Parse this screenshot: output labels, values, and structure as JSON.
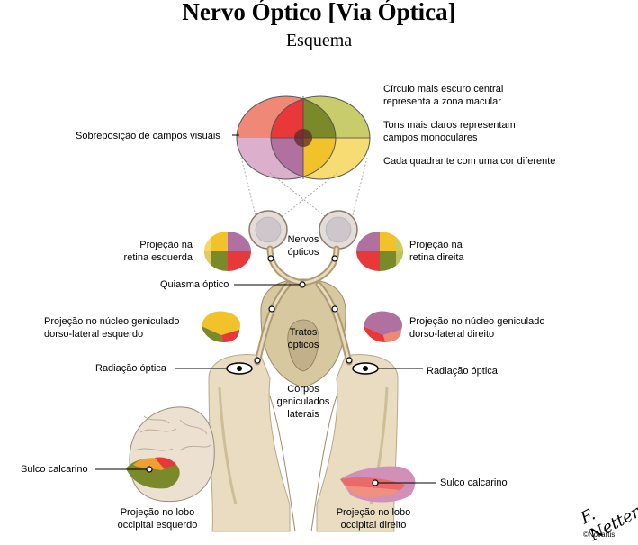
{
  "title": "Nervo Óptico [Via Óptica]",
  "subtitle": "Esquema",
  "labels": {
    "circle_dark_1": "Círculo mais escuro central",
    "circle_dark_2": "representa a zona macular",
    "tones_1": "Tons mais claros representam",
    "tones_2": "campos monoculares",
    "quadrant": "Cada quadrante com uma cor diferente",
    "overlap": "Sobreposição de campos visuais",
    "retina_left_1": "Projeção na",
    "retina_left_2": "retina esquerda",
    "retina_right_1": "Projeção na",
    "retina_right_2": "retina direita",
    "optic_nerves_1": "Nervos",
    "optic_nerves_2": "ópticos",
    "chiasm": "Quiasma óptico",
    "lgn_left_1": "Projeção no núcleo geniculado",
    "lgn_left_2": "dorso-lateral esquerdo",
    "lgn_right_1": "Projeção no núcleo geniculado",
    "lgn_right_2": "dorso-lateral direito",
    "tracts_1": "Tratos",
    "tracts_2": "ópticos",
    "radiation_left": "Radiação óptica",
    "radiation_right": "Radiação óptica",
    "geniculate_1": "Corpos",
    "geniculate_2": "geniculados",
    "geniculate_3": "laterais",
    "calcarine_left": "Sulco calcarino",
    "calcarine_right": "Sulco calcarino",
    "occipital_left_1": "Projeção no lobo",
    "occipital_left_2": "occipital esquerdo",
    "occipital_right_1": "Projeção no lobo",
    "occipital_right_2": "occipital direito"
  },
  "credit": "©Novartis",
  "signature": "F. Netter",
  "colors": {
    "red": "#e8383a",
    "light_red": "#f08878",
    "green": "#7a8a2a",
    "light_green": "#c8cc6a",
    "purple": "#b070a0",
    "light_purple": "#dcb0cc",
    "yellow": "#f2c22a",
    "orange": "#f0a030",
    "brain_tan": "#e9dcc0",
    "brain_line": "#8a7a5a"
  }
}
